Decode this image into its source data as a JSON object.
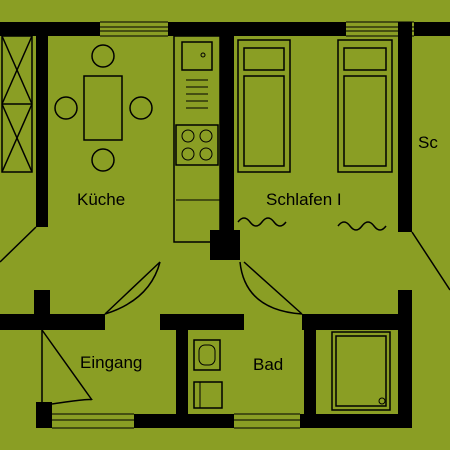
{
  "plan": {
    "background": "#8a9e24",
    "wall_color": "#000000",
    "rooms": {
      "kitchen": "Küche",
      "bedroom1": "Schlafen I",
      "bedroom2": "Sc",
      "entrance": "Eingang",
      "bath": "Bad"
    }
  }
}
